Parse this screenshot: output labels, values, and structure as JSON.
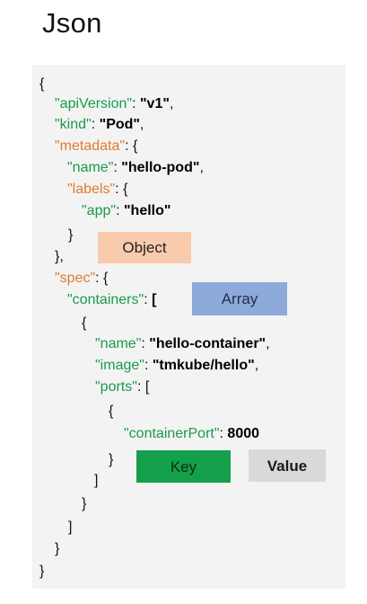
{
  "title": "Json",
  "legend": {
    "object": "Object",
    "array": "Array",
    "key": "Key",
    "value": "Value"
  },
  "colors": {
    "top_level_key": "#1a9a4a",
    "nested_key": "#e07a2c",
    "object_tag": "#f8cbad",
    "array_tag": "#8eaadb",
    "key_tag": "#14a04a",
    "value_tag": "#d9d9d9",
    "panel": "#f3f3f3"
  },
  "code": {
    "open_brace": "{",
    "apiVersion_key": "\"apiVersion\"",
    "apiVersion_value": "\"v1\"",
    "kind_key": "\"kind\"",
    "kind_value": "\"Pod\"",
    "metadata_key": "\"metadata\"",
    "name_key": "\"name\"",
    "name_value": "\"hello-pod\"",
    "labels_key": "\"labels\"",
    "app_key": "\"app\"",
    "app_value": "\"hello\"",
    "spec_key": "\"spec\"",
    "containers_key": "\"containers\"",
    "container_name_key": "\"name\"",
    "container_name_value": "\"hello-container\"",
    "image_key": "\"image\"",
    "image_value": "\"tmkube/hello\"",
    "ports_key": "\"ports\"",
    "containerPort_key": "\"containerPort\"",
    "containerPort_value": "8000"
  }
}
